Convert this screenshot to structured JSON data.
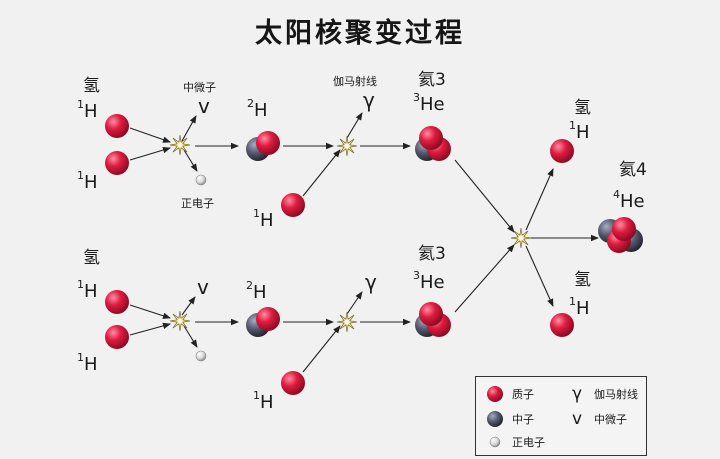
{
  "title": "太阳核聚变过程",
  "labels": {
    "hydrogen": "氢",
    "helium3": "氦3",
    "helium4": "氦4",
    "neutrino": "中微子",
    "gamma": "伽马射线",
    "positron": "正电子",
    "gamma_symbol": "γ",
    "neutrino_symbol": "v"
  },
  "isotopes": {
    "h1": {
      "mass": "1",
      "symbol": "H"
    },
    "h2": {
      "mass": "2",
      "symbol": "H"
    },
    "he3": {
      "mass": "3",
      "symbol": "He"
    },
    "he4": {
      "mass": "4",
      "symbol": "He"
    }
  },
  "legend": {
    "proton": "质子",
    "neutron": "中子",
    "positron": "正电子",
    "gamma": "伽马射线",
    "neutrino": "中微子",
    "gamma_symbol": "γ",
    "neutrino_symbol": "v"
  },
  "colors": {
    "proton": "#d8173a",
    "neutron": "#4e5266",
    "positron": "#e6e6e6",
    "flash": "#f2e6a0",
    "background": "#f1f1f1"
  }
}
